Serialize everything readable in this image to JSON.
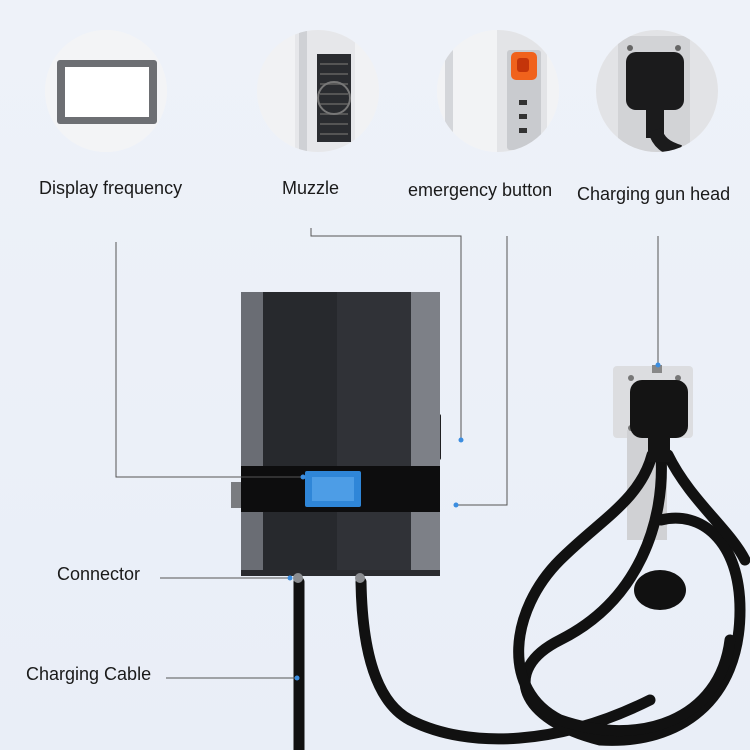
{
  "callouts": {
    "display": "Display frequency",
    "muzzle": "Muzzle",
    "emergency": "emergency button",
    "gun_head": "Charging gun head",
    "connector": "Connector",
    "cable": "Charging Cable"
  },
  "colors": {
    "background": "#ecf0f8",
    "charger_body": "#3b3d42",
    "screen": "#2f86d8",
    "emergency_button": "#f0621c",
    "cable": "#111111",
    "leader_line": "#555555",
    "leader_dot": "#3b8de0"
  }
}
